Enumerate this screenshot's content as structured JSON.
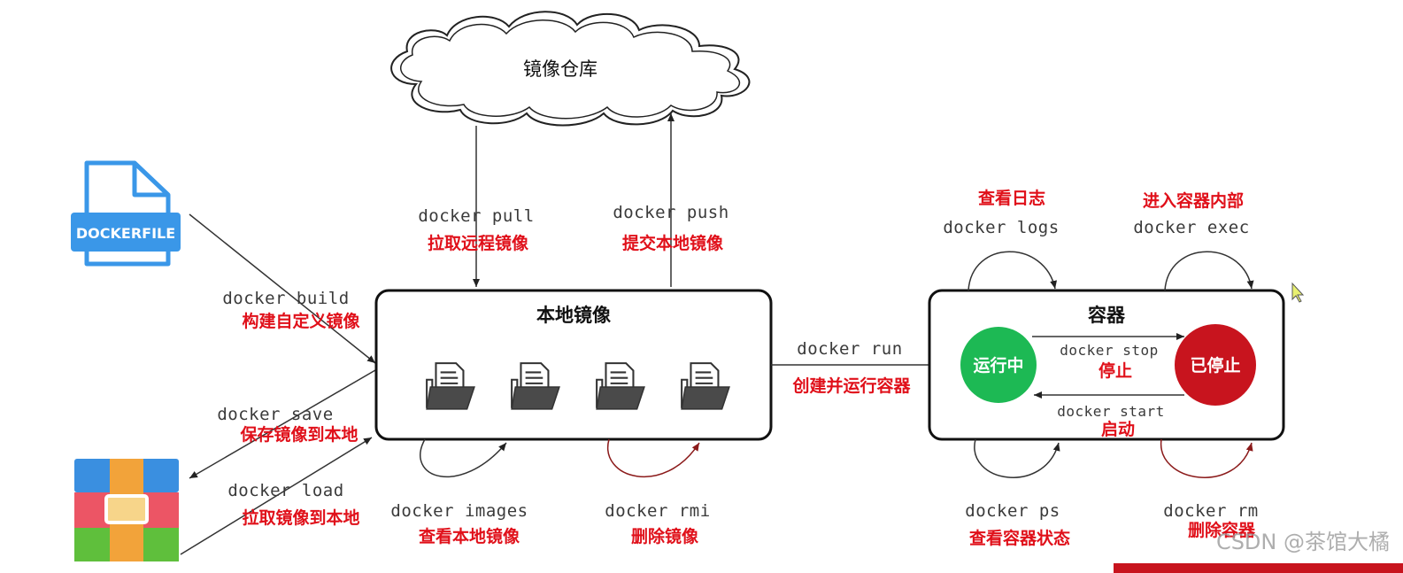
{
  "cloud": {
    "label": "镜像仓库"
  },
  "dockerfile": {
    "label": "DOCKERFILE"
  },
  "local_images": {
    "title": "本地镜像"
  },
  "container": {
    "title": "容器",
    "running": "运行中",
    "stopped": "已停止"
  },
  "commands": {
    "pull": {
      "cmd": "docker pull",
      "desc": "拉取远程镜像"
    },
    "push": {
      "cmd": "docker push",
      "desc": "提交本地镜像"
    },
    "build": {
      "cmd": "docker build",
      "desc": "构建自定义镜像"
    },
    "save": {
      "cmd": "docker save",
      "desc": "保存镜像到本地"
    },
    "load": {
      "cmd": "docker load",
      "desc": "拉取镜像到本地"
    },
    "images": {
      "cmd": "docker images",
      "desc": "查看本地镜像"
    },
    "rmi": {
      "cmd": "docker rmi",
      "desc": "删除镜像"
    },
    "run": {
      "cmd": "docker run",
      "desc": "创建并运行容器"
    },
    "logs": {
      "cmd": "docker logs",
      "desc": "查看日志"
    },
    "exec": {
      "cmd": "docker exec",
      "desc": "进入容器内部"
    },
    "stop": {
      "cmd": "docker stop",
      "desc": "停止"
    },
    "start": {
      "cmd": "docker start",
      "desc": "启动"
    },
    "ps": {
      "cmd": "docker ps",
      "desc": "查看容器状态"
    },
    "rm": {
      "cmd": "docker rm",
      "desc": "删除容器"
    }
  },
  "watermark": "CSDN @茶馆大橘",
  "colors": {
    "running": "#1db954",
    "stopped": "#c8141e",
    "accent_red": "#e0101a",
    "dockerfile_blue": "#3a97e8"
  },
  "icons": {
    "dockerfile": "dockerfile-icon",
    "archive": "archive-icon",
    "image_folder": "folder-document-icon",
    "cursor": "mouse-cursor-icon"
  }
}
